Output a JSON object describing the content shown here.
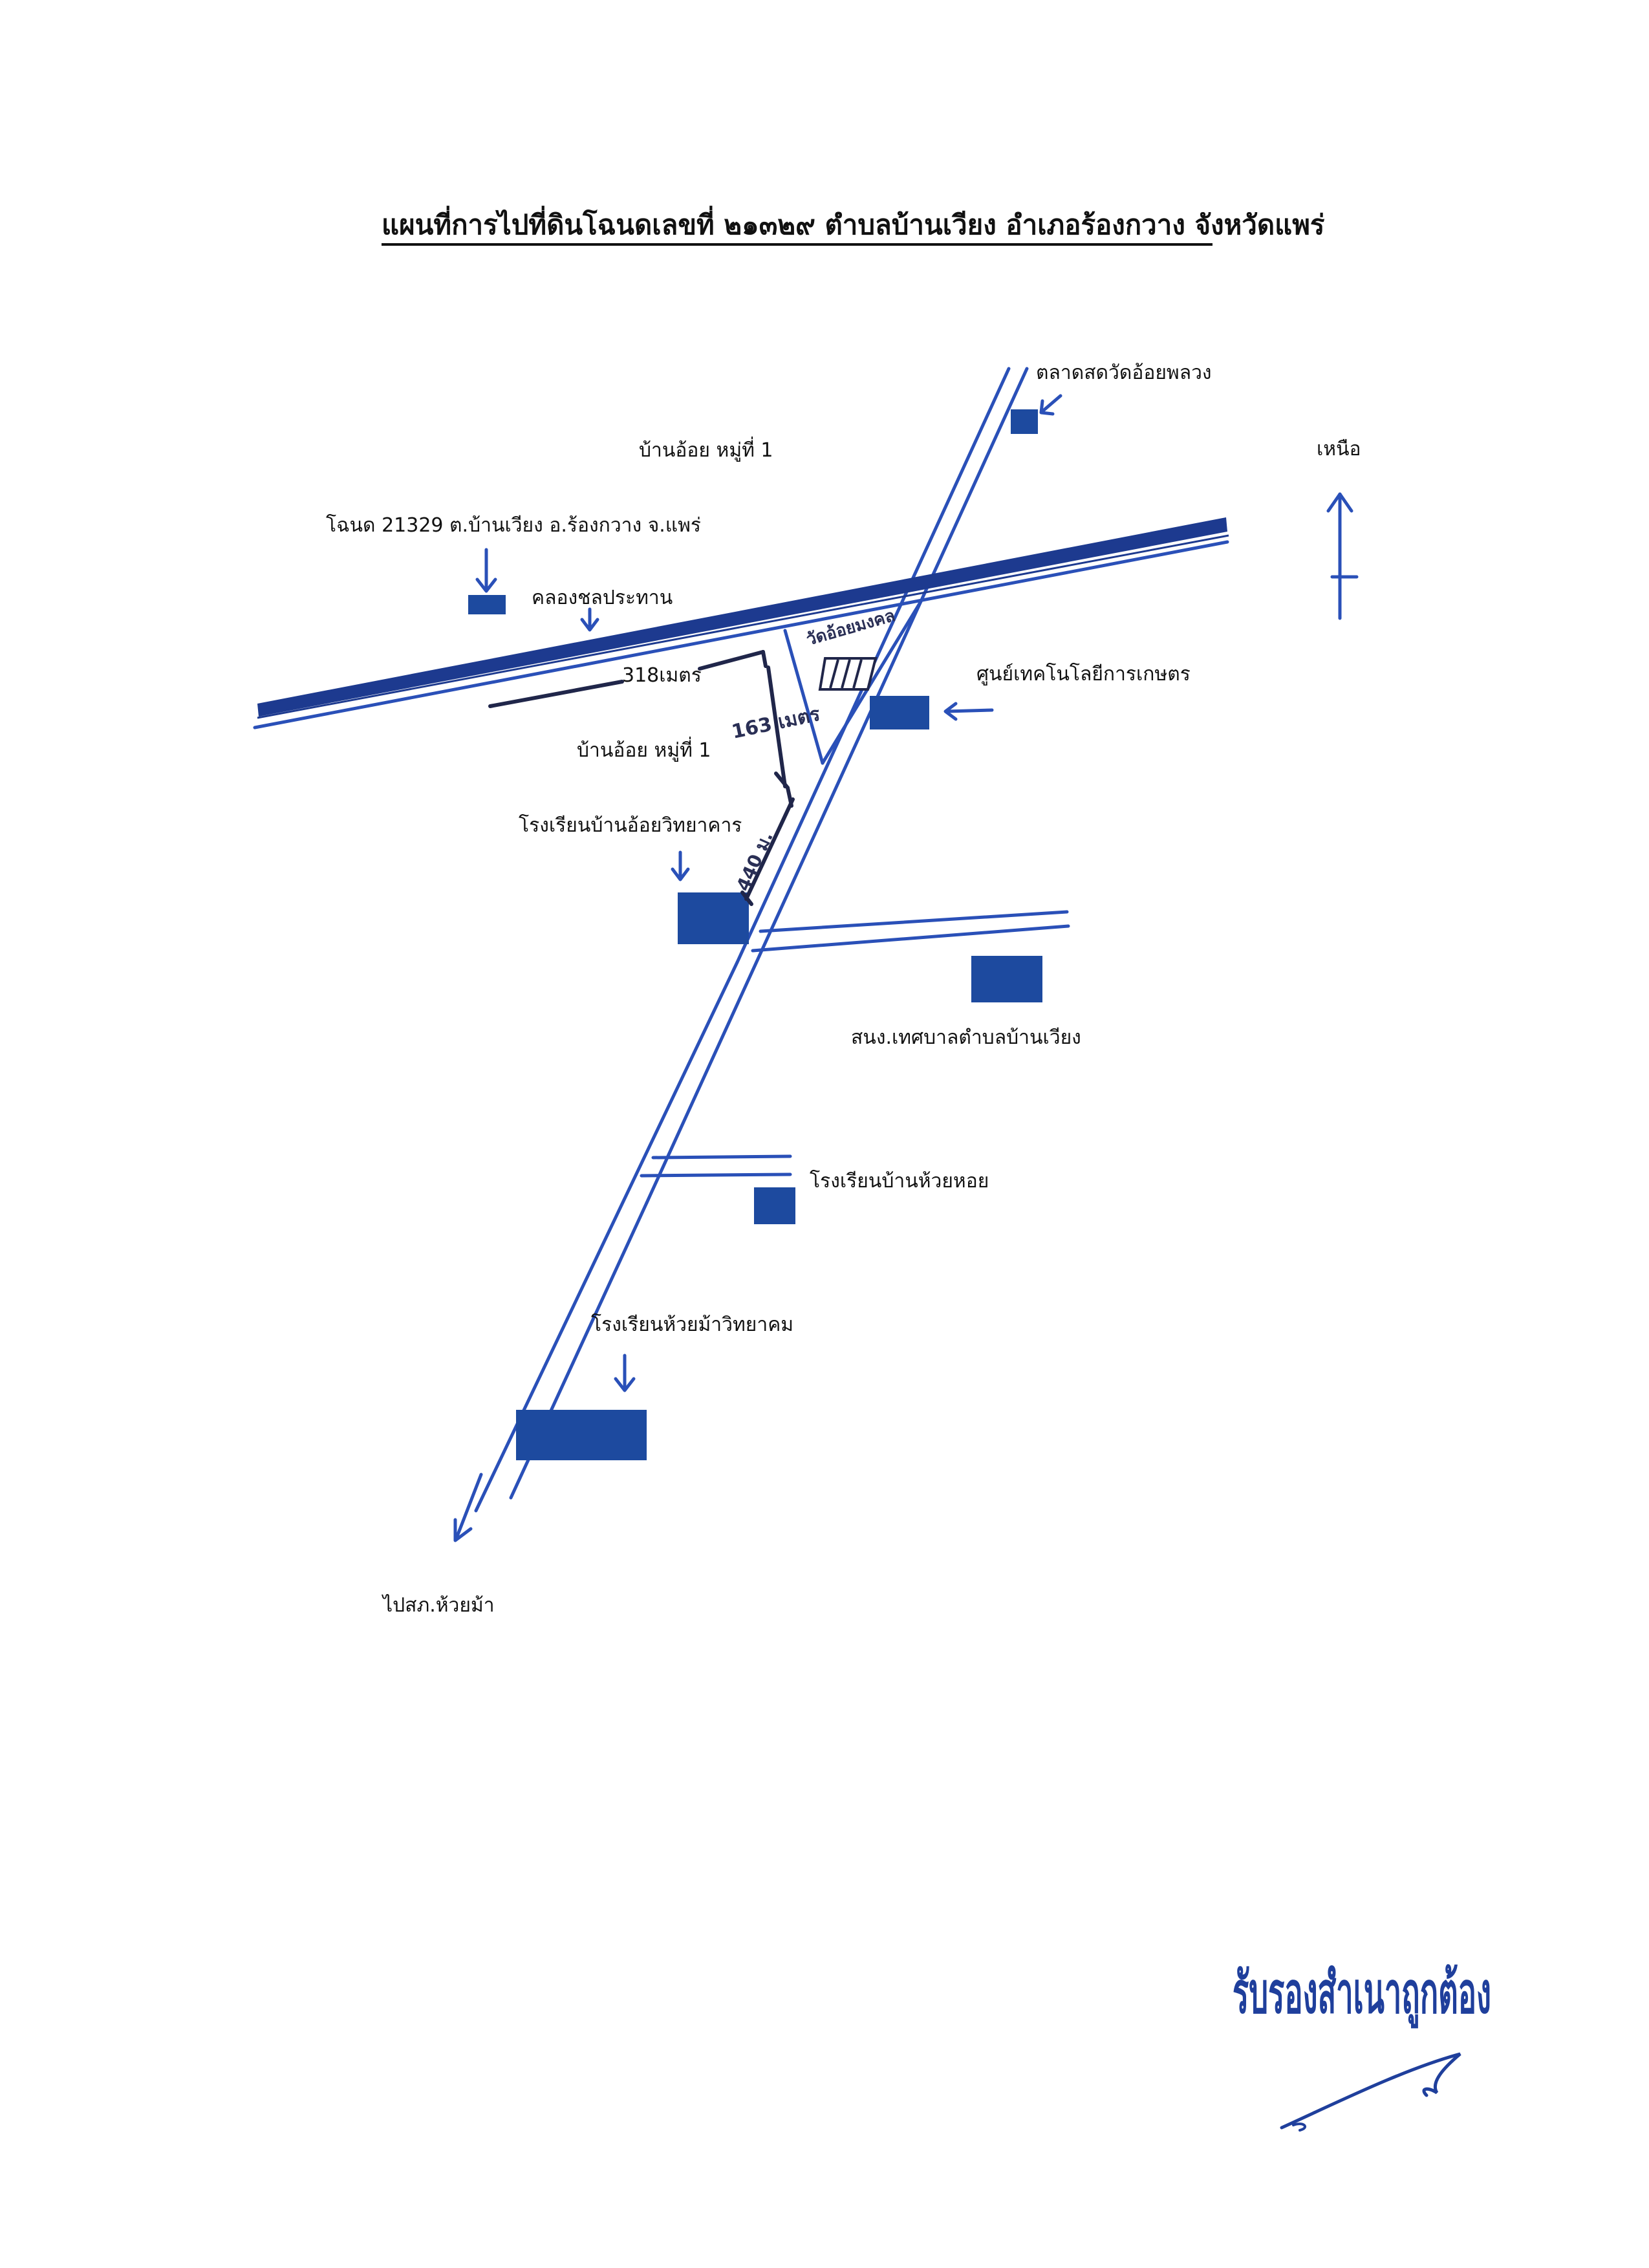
{
  "title": "แผนที่การไปที่ดินโฉนดเลขที่ ๒๑๓๒๙ ตำบลบ้านเวียง อำเภอร้องกวาง จังหวัดแพร่",
  "north_label": "เหนือ",
  "labels": {
    "market": "ตลาดสดวัดอ้อยพลวง",
    "village_north": "บ้านอ้อย หมู่ที่ 1",
    "deed": "โฉนด 21329 ต.บ้านเวียง อ.ร้องกวาง จ.แพร่",
    "canal": "คลองชลประทาน",
    "village_south": "บ้านอ้อย หมู่ที่ 1",
    "temple": "วัดอ้อยมงคล",
    "agri_center": "ศูนย์เทคโนโลยีการเกษตร",
    "school_ban_oi": "โรงเรียนบ้านอ้อยวิทยาคาร",
    "municipal_office": "สนง.เทศบาลตำบลบ้านเวียง",
    "school_huai_hoi": "โรงเรียนบ้านห้วยหอย",
    "school_huai_ma": "โรงเรียนห้วยม้าวิทยาคม",
    "to_huai_ma_station": "ไปสภ.ห้วยม้า"
  },
  "distances": {
    "west_along_canal": "318เมตร",
    "south_segment": "163 เมตร",
    "along_road": "440 ม."
  },
  "certification": "รับรองสำเนาถูกต้อง",
  "colors": {
    "road": "#2a50b8",
    "canal": "#1d3a8f",
    "building": "#1d4a9f",
    "handwriting": "#20264a",
    "stamp": "#1f3f9c"
  }
}
